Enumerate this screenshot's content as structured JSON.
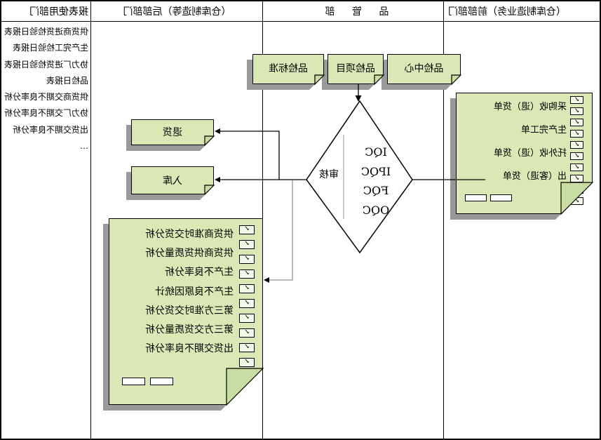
{
  "colors": {
    "box_green": "#d9e8b5",
    "fold_green": "#c9dca1",
    "shadow_gray": "#999999",
    "line_black": "#000000",
    "diamond_divider_gray": "#a8a8a8"
  },
  "icons": {
    "checkbox_check": "✓"
  },
  "header": {
    "col_front": "（仓库制造业务）前部部门",
    "col_quality": "品 管 部",
    "col_rear": "（仓库制造等）后部部门",
    "col_reports": "报表使用部门"
  },
  "front_docbox": {
    "checkbox_count": 10,
    "items": [
      "采购收（退）货单",
      "生产完工单",
      "托外收（退）货单",
      "出（客退）货单"
    ]
  },
  "qc_confirm_boxes": {
    "center": "品检中心",
    "items_box": "品检项目",
    "standard": "品检标准"
  },
  "diamond": {
    "label": "审核",
    "stages": [
      "IQC",
      "IPQC",
      "FQC",
      "OQC"
    ]
  },
  "rear_boxes": {
    "return_goods": "退货",
    "warehouse_in": "入库"
  },
  "analysis_docbox": {
    "checkbox_count": 10,
    "items": [
      "供货商准时交货分析",
      "供货商供货质量分析",
      "生产不良率分析",
      "生产不良原因统计",
      "第三方准时交货分析",
      "第三方交货质量分析",
      "出货交期不良率分析"
    ]
  },
  "report_user_column": {
    "items": [
      "供货商进货检验日报表",
      "生产完工检验日报表",
      "协力厂进货检验日报表",
      "品检日报表",
      "供货商交期不良率分析",
      "协力厂交期不良率分析",
      "出货交期不良率分析",
      "…"
    ]
  }
}
